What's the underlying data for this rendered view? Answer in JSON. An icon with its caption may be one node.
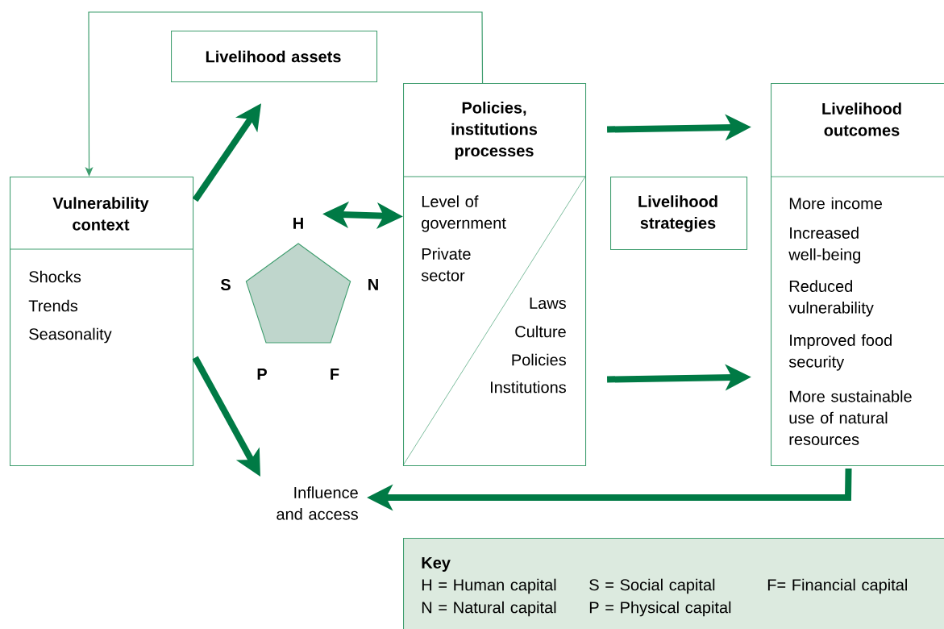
{
  "diagram": {
    "nodes": [
      {
        "text": [
          "Vulnerability context",
          "Shocks",
          "Trends",
          "Seasonality"
        ]
      },
      {
        "text": [
          "Livelihood assets"
        ]
      },
      {
        "text": [],
        "shape": "pentagon",
        "beside": [
          "H",
          "S",
          "N",
          "P",
          "F"
        ]
      },
      {
        "text": [
          "Policies, institutions processes",
          "Level of government",
          "Private sector",
          "Laws",
          "Culture",
          "Policies",
          "Institutions"
        ]
      },
      {
        "text": [
          "Livelihood strategies"
        ]
      },
      {
        "text": [
          "Livelihood outcomes",
          "More income",
          "Increased well-being",
          "Reduced vulnerability",
          "Improved food security",
          "More sustainable use of natural resources"
        ]
      },
      {
        "text": [
          "Influence and access"
        ]
      },
      {
        "text": [
          "Key",
          "H = Human capital",
          "S = Social capital",
          "F= Financial capital",
          "N = Natural capital",
          "P = Physical capital"
        ]
      }
    ],
    "edges": [
      {
        "from": 3,
        "to": 0,
        "arrow": "to",
        "color": "#3e9d6e"
      },
      {
        "from": 0,
        "to": 1,
        "arrow": "to"
      },
      {
        "from": 0,
        "to": 6,
        "arrow": "to"
      },
      {
        "from": 2,
        "to": 3,
        "arrow": "both"
      },
      {
        "from": 3,
        "to": 5,
        "arrow": "to"
      },
      {
        "from": 3,
        "to": 5,
        "arrow": "to"
      },
      {
        "from": 5,
        "to": 6,
        "arrow": "to"
      }
    ]
  }
}
